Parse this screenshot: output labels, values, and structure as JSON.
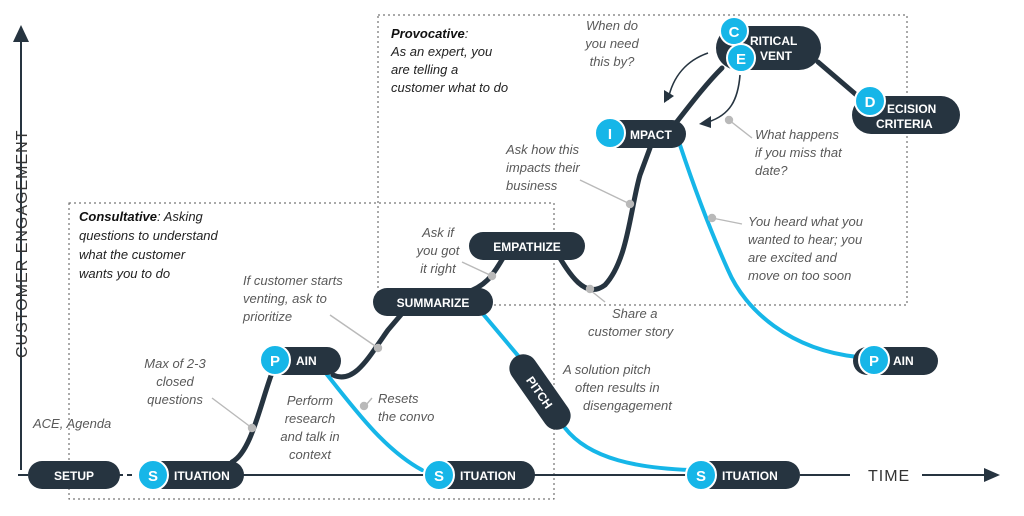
{
  "colors": {
    "dark": "#263440",
    "blue": "#16b6e8",
    "gray_line": "#b9b9b9",
    "note_text": "#595959",
    "axis": "#263440"
  },
  "axes": {
    "y_label": "CUSTOMER ENGAGEMENT",
    "x_label": "TIME"
  },
  "boxes": {
    "consultative": {
      "title": "Consultative",
      "line1_rest": ": Asking",
      "line2": "questions to understand",
      "line3": "what the customer",
      "line4": "wants you to do"
    },
    "provocative": {
      "title": "Provocative",
      "line1_rest": ":",
      "line2": "As an expert, you",
      "line3": "are telling a",
      "line4": "customer what to do"
    }
  },
  "stages": {
    "setup": "SETUP",
    "situation1": {
      "letter": "S",
      "rest": "ITUATION"
    },
    "pain1": {
      "letter": "P",
      "rest": "AIN"
    },
    "summarize": "SUMMARIZE",
    "situation2": {
      "letter": "S",
      "rest": "ITUATION"
    },
    "pitch": "PITCH",
    "empathize": "EMPATHIZE",
    "impact": {
      "letter": "I",
      "rest": "MPACT"
    },
    "critical_event": {
      "letter1": "C",
      "rest1": "RITICAL",
      "letter2": "E",
      "rest2": "VENT"
    },
    "decision_criteria": {
      "letter": "D",
      "rest1": "ECISION",
      "rest2": "CRITERIA"
    },
    "situation3": {
      "letter": "S",
      "rest": "ITUATION"
    },
    "pain2": {
      "letter": "P",
      "rest": "AIN"
    }
  },
  "notes": {
    "ace_agenda": "ACE, Agenda",
    "max_closed": [
      "Max of 2-3",
      "closed",
      "questions"
    ],
    "perform_research": [
      "Perform",
      "research",
      "and talk in",
      "context"
    ],
    "resets": [
      "Resets",
      "the convo"
    ],
    "venting": [
      "If customer starts",
      "venting, ask to",
      "prioritize"
    ],
    "ask_right": [
      "Ask if",
      "you got",
      "it right"
    ],
    "solution_pitch": [
      "A solution pitch",
      "often results in",
      "disengagement"
    ],
    "share_story": [
      "Share a",
      "customer story"
    ],
    "ask_impacts": [
      "Ask how this",
      "impacts their",
      "business"
    ],
    "when_need": [
      "When do",
      "you need",
      "this by?"
    ],
    "what_happens": [
      "What happens",
      "if you miss that",
      "date?"
    ],
    "heard_what": [
      "You heard what you",
      "wanted to hear; you",
      "are excited and",
      "move on too soon"
    ]
  }
}
